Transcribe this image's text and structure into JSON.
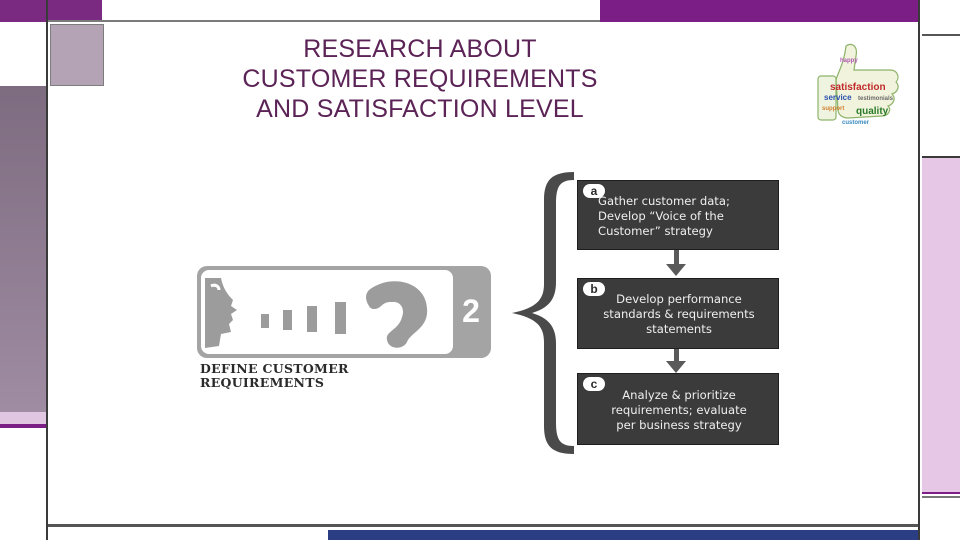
{
  "slide": {
    "title_lines": [
      "RESEARCH ABOUT",
      "CUSTOMER REQUIREMENTS",
      "AND SATISFACTION LEVEL"
    ]
  },
  "colors": {
    "title": "#5b2356",
    "accent_purple": "#7b1f86",
    "lavender": "#e6c8e6",
    "step_box": "#3b3b3b"
  },
  "badge": {
    "icon": "thumbs-up-word-cloud-icon",
    "words": [
      "satisfaction",
      "service",
      "testimonials",
      "quality"
    ]
  },
  "process": {
    "icon": "speaking-head-ear-icon",
    "step_number": "2",
    "label_lines": [
      "DEFINE CUSTOMER",
      "REQUIREMENTS"
    ]
  },
  "steps": [
    {
      "letter": "a",
      "text": "Gather customer data;\nDevelop “Voice of the\nCustomer” strategy"
    },
    {
      "letter": "b",
      "text": "Develop performance\nstandards & requirements\nstatements"
    },
    {
      "letter": "c",
      "text": "Analyze & prioritize\nrequirements;  evaluate\nper business strategy"
    }
  ]
}
